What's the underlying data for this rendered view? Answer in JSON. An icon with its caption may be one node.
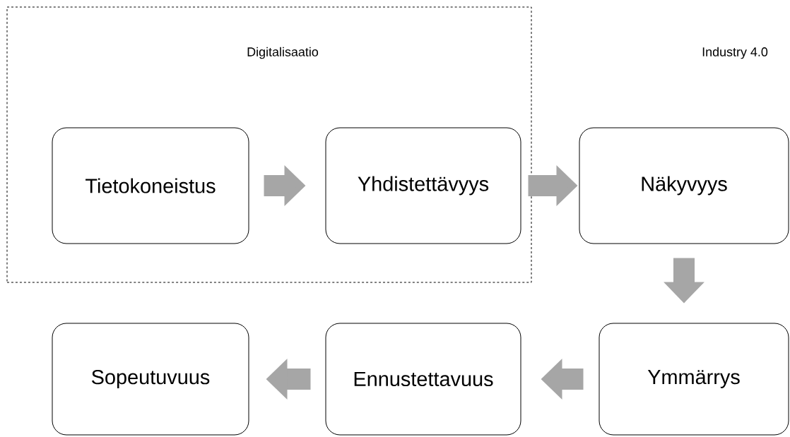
{
  "diagram": {
    "nodes": [
      {
        "text": [
          "Digitalisaatio"
        ]
      },
      {
        "text": [
          "Tietokoneistus"
        ],
        "in": 0
      },
      {
        "text": [
          "Yhdistettävyys"
        ],
        "in": 0
      },
      {
        "text": [
          "Näkyvyys"
        ]
      },
      {
        "text": [
          "Ymmärrys"
        ]
      },
      {
        "text": [
          "Ennustettavuus"
        ]
      },
      {
        "text": [
          "Sopeutuvuus"
        ]
      }
    ],
    "edges": [
      {
        "from": 1,
        "to": 2,
        "arrow": "to"
      },
      {
        "from": 2,
        "to": 3,
        "arrow": "to"
      },
      {
        "from": 3,
        "to": 4,
        "arrow": "to"
      },
      {
        "from": 4,
        "to": 5,
        "arrow": "to"
      },
      {
        "from": 5,
        "to": 6,
        "arrow": "to"
      }
    ],
    "labels": [
      "Industry 4.0"
    ]
  }
}
